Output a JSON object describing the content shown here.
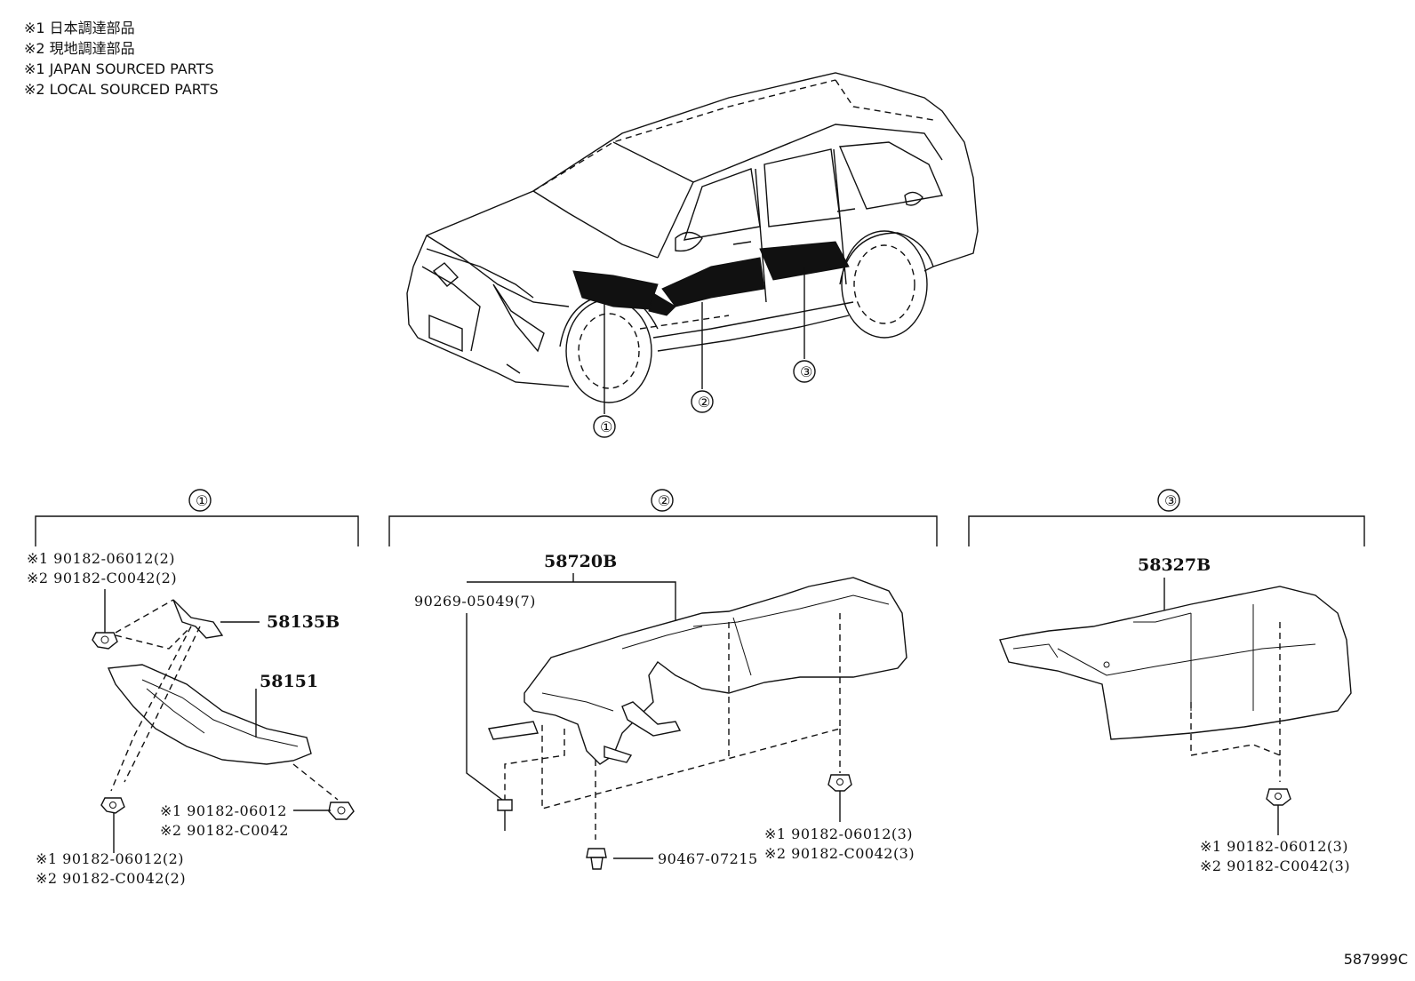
{
  "legend": [
    "※1 日本調達部品",
    "※2 現地調達部品",
    "※1 JAPAN SOURCED PARTS",
    "※2 LOCAL SOURCED PARTS"
  ],
  "reference_code": "587999C",
  "callouts": [
    "①",
    "②",
    "③"
  ],
  "group1": {
    "marker": "①",
    "top_label_1": "※1 90182-06012(2)",
    "top_label_2": "※2 90182-C0042(2)",
    "part_a": "58135B",
    "part_b": "58151",
    "right_label_1": "※1 90182-06012",
    "right_label_2": "※2 90182-C0042",
    "bottom_label_1": "※1 90182-06012(2)",
    "bottom_label_2": "※2 90182-C0042(2)"
  },
  "group2": {
    "marker": "②",
    "part_main": "58720B",
    "clip_label": "90269-05049(7)",
    "bolt_label": "90467-07215",
    "right_label_1": "※1 90182-06012(3)",
    "right_label_2": "※2 90182-C0042(3)"
  },
  "group3": {
    "marker": "③",
    "part_main": "58327B",
    "bottom_label_1": "※1 90182-06012(3)",
    "bottom_label_2": "※2 90182-C0042(3)"
  }
}
